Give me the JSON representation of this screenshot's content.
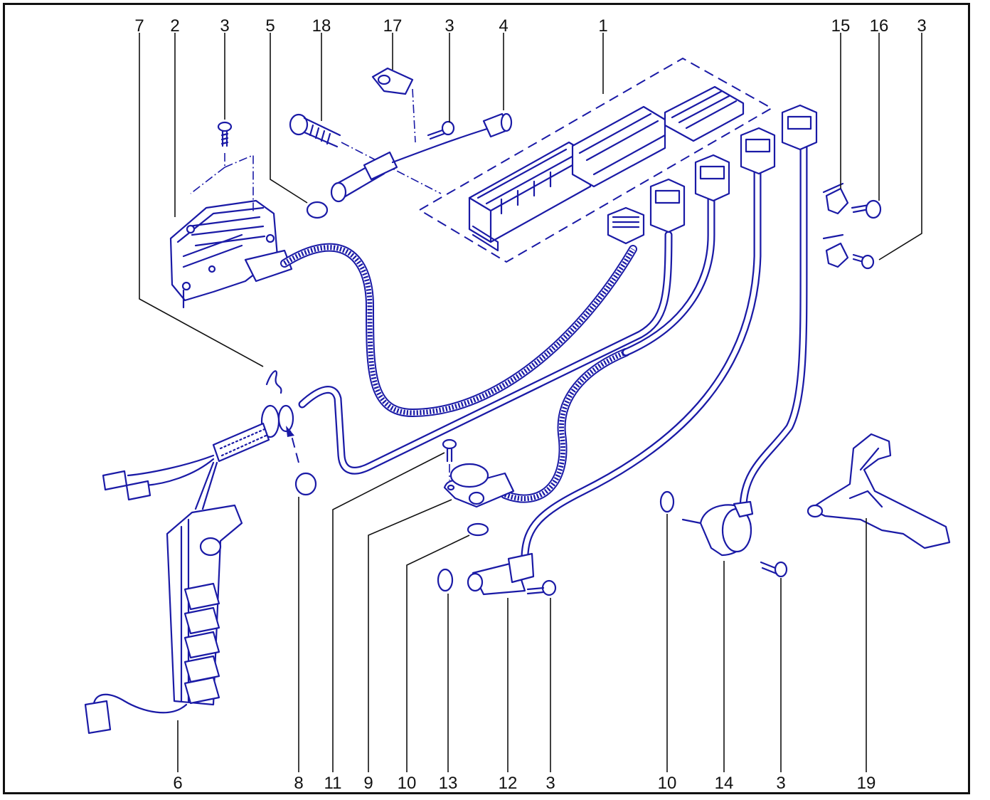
{
  "figure": {
    "top_labels": [
      "7",
      "2",
      "3",
      "5",
      "18",
      "17",
      "3",
      "4",
      "1",
      "15",
      "16",
      "3"
    ],
    "bottom_labels": [
      "6",
      "8",
      "11",
      "9",
      "10",
      "13",
      "12",
      "3",
      "10",
      "14",
      "3",
      "19"
    ]
  }
}
